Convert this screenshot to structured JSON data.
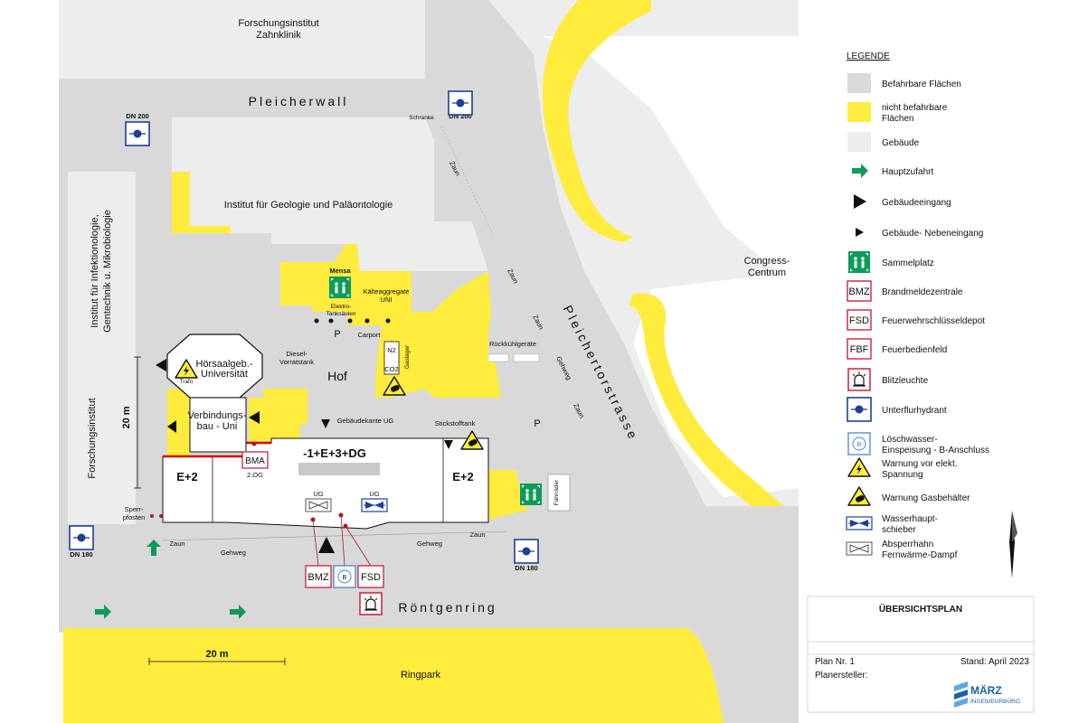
{
  "legend": {
    "title": "LEGENDE",
    "items": [
      {
        "icon": "gray-swatch-icon",
        "text": "Befahrbare Flächen"
      },
      {
        "icon": "yellow-swatch-icon",
        "text": "nicht befahrbare",
        "text2": "Flächen"
      },
      {
        "icon": "light-gray-swatch-icon",
        "text": "Gebäude"
      },
      {
        "icon": "green-arrow-icon",
        "text": "Hauptzufahrt"
      },
      {
        "icon": "black-triangle-icon",
        "text": "Gebäudeeingang"
      },
      {
        "icon": "small-black-triangle-icon",
        "text": "Gebäude- Nebeneingang"
      },
      {
        "icon": "assembly-point-icon",
        "text": "Sammelplatz"
      },
      {
        "icon": "bmz-box-icon",
        "label": "BMZ",
        "text": "Brandmeldezentrale"
      },
      {
        "icon": "fsd-box-icon",
        "label": "FSD",
        "text": "Feuerwehrschlüsseldepot"
      },
      {
        "icon": "fbf-box-icon",
        "label": "FBF",
        "text": "Feuerbedienfeld"
      },
      {
        "icon": "beacon-icon",
        "text": "Blitzleuchte"
      },
      {
        "icon": "hydrant-icon",
        "text": "Unterflurhydrant"
      },
      {
        "icon": "water-inlet-icon",
        "label": "B",
        "text": "Löschwasser-",
        "text2": "Einspeisung - B-Anschluss"
      },
      {
        "icon": "voltage-warning-icon",
        "text": "Warnung vor elekt.",
        "text2": "Spannung"
      },
      {
        "icon": "gas-warning-icon",
        "text": "Warnung Gasbehälter"
      },
      {
        "icon": "water-valve-icon",
        "text": "Wasserhaupt-",
        "text2": "schieber"
      },
      {
        "icon": "steam-valve-icon",
        "text": "Absperrhahn",
        "text2": "Fernwärme-Dampf"
      }
    ]
  },
  "titleblock": {
    "title": "ÜBERSICHTSPLAN",
    "plan_nr": "Plan Nr. 1",
    "stand": "Stand: April 2023",
    "planersteller": "Planersteller:",
    "logo_top": "MÄRZ",
    "logo_bottom": "INGENIEURBÜRO"
  },
  "map": {
    "forschung_top_1": "Forschungsinstitut",
    "forschung_top_2": "Zahnklinik",
    "pleicherwall": "Pleicherwall",
    "pleichertorstrasse": "Pleichertorstrasse",
    "roentgenring": "Röntgenring",
    "ringpark": "Ringpark",
    "congress_1": "Congress-",
    "congress_2": "Centrum",
    "geologie": "Institut für Geologie und Paläontologie",
    "infektion_1": "Institut für Infektionologie,",
    "infektion_2": "Gentechnik u. Mikrobiologie",
    "forschungsinstitut_left": "Forschungsinstitut",
    "hoersaal_1": "Hörsaalgeb.-",
    "hoersaal_2": "Universität",
    "trafo": "Trafo",
    "verbindung_1": "Verbindungs-",
    "verbindung_2": "bau - Uni",
    "hof": "Hof",
    "diesel_1": "Diesel-",
    "diesel_2": "Vorratstank",
    "mensa": "Mensa",
    "kaelte_1": "Kälteaggregate",
    "kaelte_2": "UNI",
    "elektro_1": "Elektro-",
    "elektro_2": "Tanksäulen",
    "carport": "Carport",
    "p": "P",
    "n2": "N2",
    "co2": "CO2",
    "gaslager": "Gaslager",
    "rueckkuehl": "Rückkühlgeräte",
    "gebaeudekante": "Gebäudekante UG",
    "stickstofftank": "Stickstofftank",
    "floors_main": "-1+E+3+DG",
    "e2": "E+2",
    "bma": "BMA",
    "og2": "2.OG",
    "ug": "UG",
    "bmz": "BMZ",
    "fsd": "FSD",
    "b": "B",
    "zaun": "Zaun",
    "gehweg": "Gehweg",
    "schranke": "Schranke",
    "sperrpfosten_1": "Sperr-",
    "sperrpfosten_2": "pfosten",
    "fahrraeder": "Fahrräder",
    "dn200": "DN 200",
    "dn180": "DN 180",
    "scale_20m": "20 m"
  },
  "colors": {
    "road": "#d9d9d9",
    "yellow": "#ffec3d",
    "building": "#ededed",
    "green": "#0d9b5b",
    "red": "#c8102e",
    "blue": "#1f3f93"
  }
}
